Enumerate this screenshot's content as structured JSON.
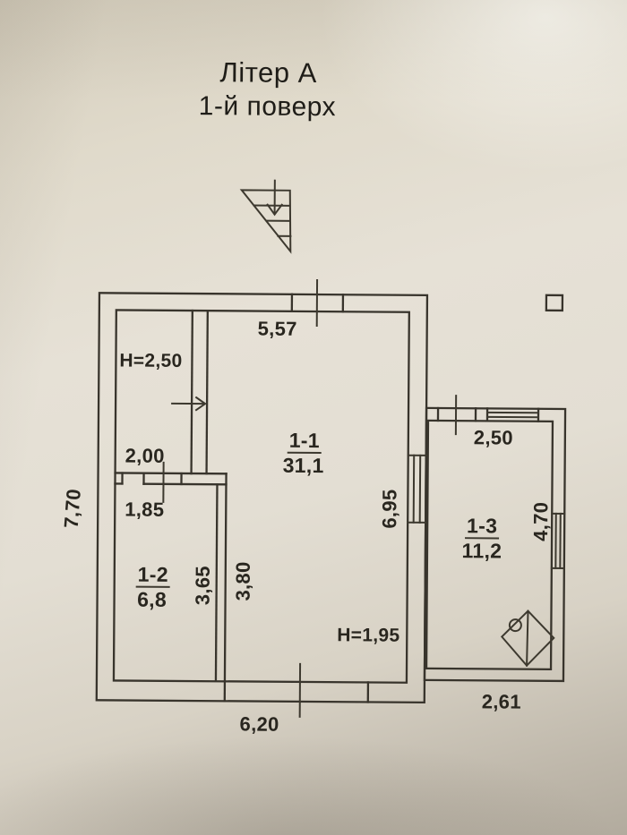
{
  "title": {
    "building": "Літер А",
    "floor": "1-й поверх"
  },
  "rooms": {
    "r11": {
      "number": "1-1",
      "area": "31,1"
    },
    "r12": {
      "number": "1-2",
      "area": "6,8"
    },
    "r13": {
      "number": "1-3",
      "area": "11,2"
    }
  },
  "dims": {
    "top_wall": "5,57",
    "hall_height": "H=2,50",
    "hall_width": "2,00",
    "room12_wall": "1,85",
    "left_side": "7,70",
    "room12_depth": "3,65",
    "room11_depth": "3,80",
    "room11_right": "6,95",
    "annex_top": "2,50",
    "annex_right": "4,70",
    "room11_height": "H=1,95",
    "bottom_wall": "6,20",
    "annex_bottom": "2,61"
  },
  "colors": {
    "ink": "#38342c",
    "paper": "#e3ded3"
  }
}
